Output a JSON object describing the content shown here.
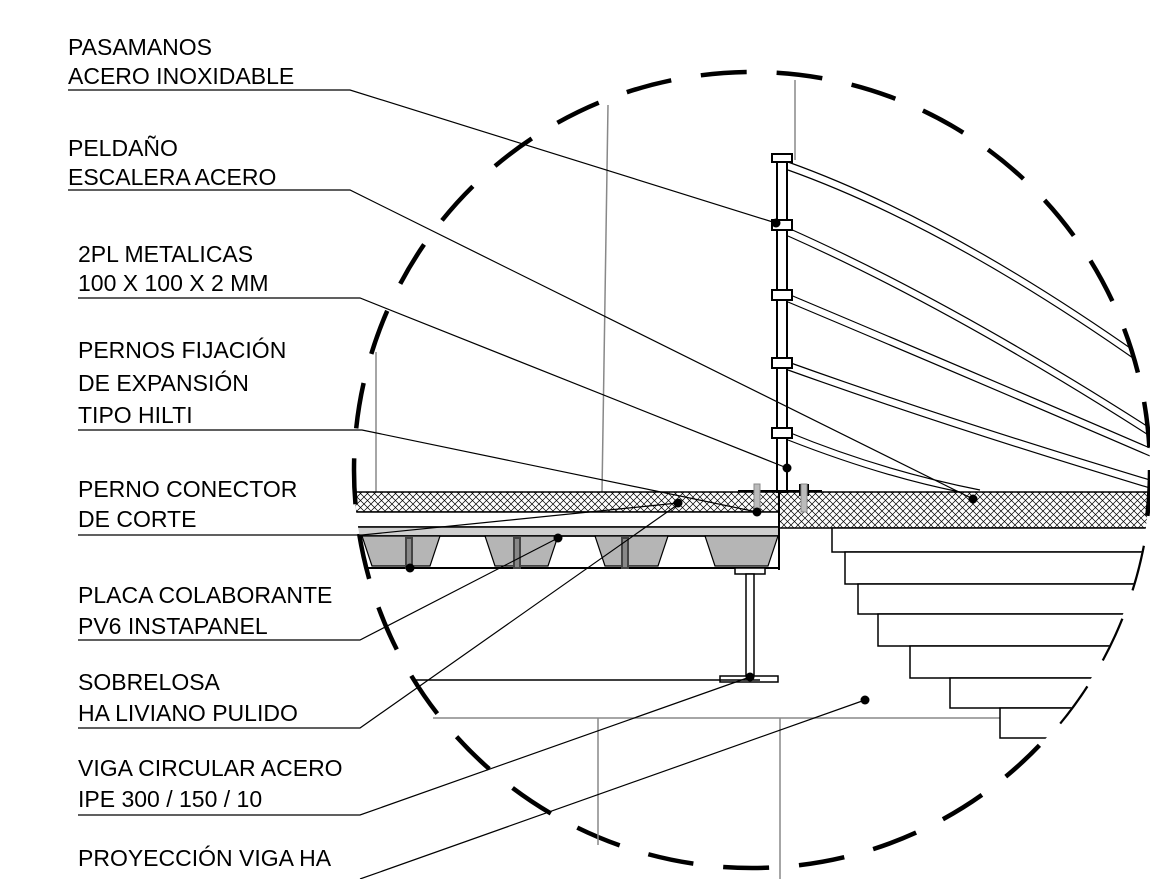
{
  "labels": {
    "pasamanos": [
      "PASAMANOS",
      "ACERO INOXIDABLE"
    ],
    "peldano": [
      "PELDAÑO",
      "ESCALERA ACERO"
    ],
    "placas": [
      "2PL METALICAS",
      "100 X 100 X 2 MM"
    ],
    "pernos_fijacion": [
      "PERNOS FIJACIÓN",
      "DE EXPANSIÓN",
      "TIPO HILTI"
    ],
    "perno_conector": [
      "PERNO CONECTOR",
      "DE CORTE"
    ],
    "placa_colaborante": [
      "PLACA COLABORANTE",
      "PV6 INSTAPANEL"
    ],
    "sobrelosa": [
      "SOBRELOSA",
      "HA LIVIANO PULIDO"
    ],
    "viga_circular": [
      "VIGA CIRCULAR ACERO",
      "IPE 300 / 150 / 10"
    ],
    "proyeccion": [
      "PROYECCIÓN VIGA HA"
    ]
  }
}
